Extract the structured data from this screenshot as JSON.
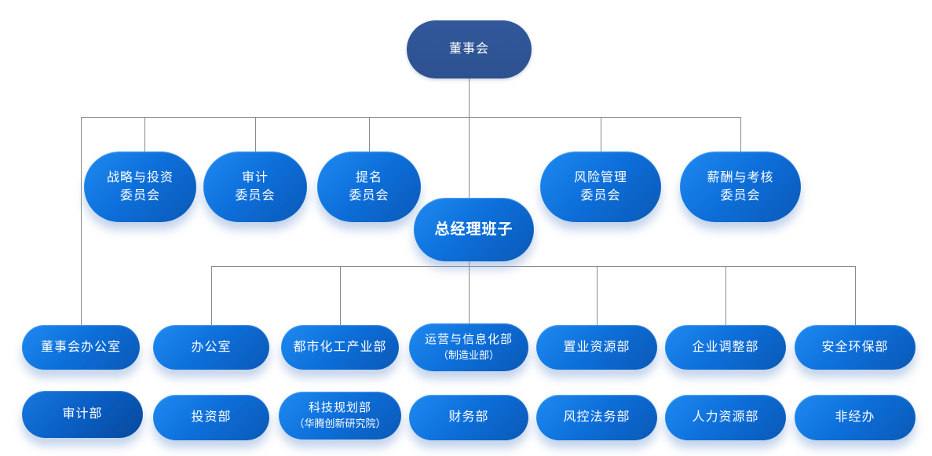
{
  "nodes": {
    "board": {
      "label": "董事会"
    },
    "committees": [
      {
        "line1": "战略与投资",
        "line2": "委员会"
      },
      {
        "line1": "审计",
        "line2": "委员会"
      },
      {
        "line1": "提名",
        "line2": "委员会"
      },
      {
        "line1": "风险管理",
        "line2": "委员会"
      },
      {
        "line1": "薪酬与考核",
        "line2": "委员会"
      }
    ],
    "gm": {
      "label": "总经理班子"
    },
    "row3": [
      {
        "label": "董事会办公室"
      },
      {
        "label": "办公室"
      },
      {
        "label": "都市化工产业部"
      },
      {
        "label": "运营与信息化部",
        "sublabel": "（制造业部）"
      },
      {
        "label": "置业资源部"
      },
      {
        "label": "企业调整部"
      },
      {
        "label": "安全环保部"
      }
    ],
    "row4": [
      {
        "label": "审计部"
      },
      {
        "label": "投资部"
      },
      {
        "label": "科技规划部",
        "sublabel": "（华腾创新研究院）"
      },
      {
        "label": "财务部"
      },
      {
        "label": "风控法务部"
      },
      {
        "label": "人力资源部"
      },
      {
        "label": "非经办"
      }
    ]
  },
  "colors": {
    "root_fill": "#2e5494",
    "node_gradient_start": "#1e8af0",
    "node_gradient_mid": "#0d6fda",
    "node_gradient_end": "#0a59b6",
    "audit_dept_gradient_end": "#07499d",
    "connector": "#8a8a8a",
    "text": "#ffffff",
    "background": "#ffffff"
  }
}
